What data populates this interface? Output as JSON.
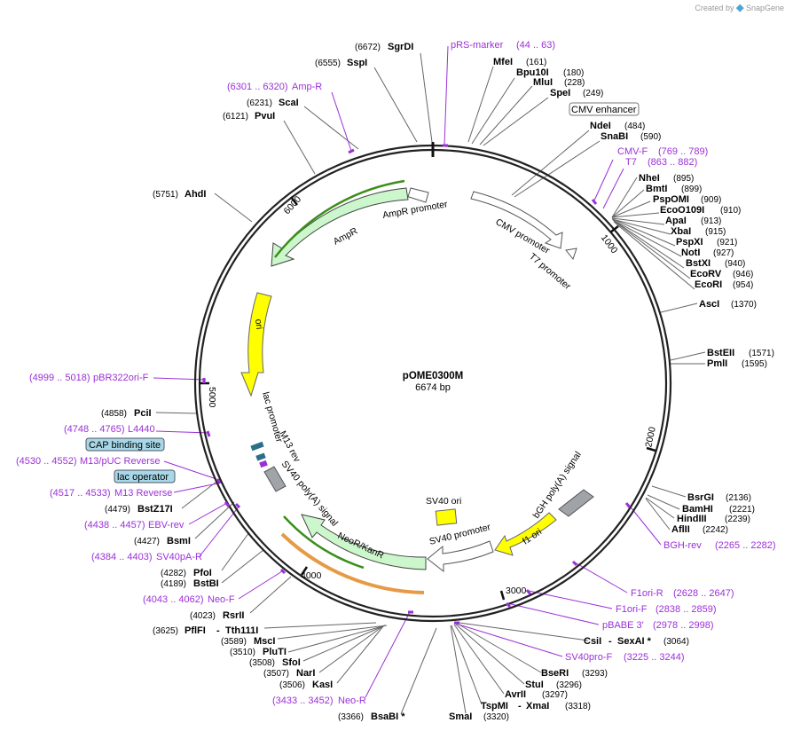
{
  "credit": {
    "created_by": "Created by",
    "brand": "SnapGene"
  },
  "plasmid": {
    "name": "pOME0300M",
    "size": "6674 bp"
  },
  "colors": {
    "primer": "#9b30d9",
    "feature_green": "#ccf7cc",
    "feature_yellow": "#ffff00",
    "feature_gray": "#a0a4a8",
    "feature_white": "#ffffff",
    "box_blue": "#a7d8e8",
    "highlight_green": "#3b8f1a",
    "highlight_orange": "#e69a45"
  },
  "ticks": [
    "1000",
    "2000",
    "3000",
    "4000",
    "5000",
    "6000"
  ],
  "enzymes": [
    {
      "name": "SgrDI",
      "pos": "(6672)"
    },
    {
      "name": "SspI",
      "pos": "(6555)"
    },
    {
      "name": "ScaI",
      "pos": "(6231)"
    },
    {
      "name": "PvuI",
      "pos": "(6121)"
    },
    {
      "name": "AhdI",
      "pos": "(5751)"
    },
    {
      "name": "MfeI",
      "pos": "(161)"
    },
    {
      "name": "Bpu10I",
      "pos": "(180)"
    },
    {
      "name": "MluI",
      "pos": "(228)"
    },
    {
      "name": "SpeI",
      "pos": "(249)"
    },
    {
      "name": "NdeI",
      "pos": "(484)"
    },
    {
      "name": "SnaBI",
      "pos": "(590)"
    },
    {
      "name": "NheI",
      "pos": "(895)"
    },
    {
      "name": "BmtI",
      "pos": "(899)"
    },
    {
      "name": "PspOMI",
      "pos": "(909)"
    },
    {
      "name": "EcoO109I",
      "pos": "(910)"
    },
    {
      "name": "ApaI",
      "pos": "(913)"
    },
    {
      "name": "XbaI",
      "pos": "(915)"
    },
    {
      "name": "PspXI",
      "pos": "(921)"
    },
    {
      "name": "NotI",
      "pos": "(927)"
    },
    {
      "name": "BstXI",
      "pos": "(940)"
    },
    {
      "name": "EcoRV",
      "pos": "(946)"
    },
    {
      "name": "EcoRI",
      "pos": "(954)"
    },
    {
      "name": "AscI",
      "pos": "(1370)"
    },
    {
      "name": "BstEII",
      "pos": "(1571)"
    },
    {
      "name": "PmlI",
      "pos": "(1595)"
    },
    {
      "name": "BsrGI",
      "pos": "(2136)"
    },
    {
      "name": "BamHI",
      "pos": "(2221)"
    },
    {
      "name": "HindIII",
      "pos": "(2239)"
    },
    {
      "name": "AflII",
      "pos": "(2242)"
    },
    {
      "name": "CsiI",
      "pos": "(3064)",
      "extra": "SexAI *"
    },
    {
      "name": "BseRI",
      "pos": "(3293)"
    },
    {
      "name": "StuI",
      "pos": "(3296)"
    },
    {
      "name": "AvrII",
      "pos": "(3297)"
    },
    {
      "name": "TspMI",
      "pos": "(3318)",
      "extra": "XmaI"
    },
    {
      "name": "SmaI",
      "pos": "(3320)"
    },
    {
      "name": "BsaBI *",
      "pos": "(3366)"
    },
    {
      "name": "KasI",
      "pos": "(3506)"
    },
    {
      "name": "NarI",
      "pos": "(3507)"
    },
    {
      "name": "SfoI",
      "pos": "(3508)"
    },
    {
      "name": "PluTI",
      "pos": "(3510)"
    },
    {
      "name": "MscI",
      "pos": "(3589)"
    },
    {
      "name": "PflFI",
      "pos": "(3625)",
      "extra": "Tth111I"
    },
    {
      "name": "RsrII",
      "pos": "(4023)"
    },
    {
      "name": "BstBI",
      "pos": "(4189)"
    },
    {
      "name": "PfoI",
      "pos": "(4282)"
    },
    {
      "name": "BsmI",
      "pos": "(4427)"
    },
    {
      "name": "BstZ17I",
      "pos": "(4479)"
    },
    {
      "name": "PciI",
      "pos": "(4858)"
    }
  ],
  "primers": [
    {
      "name": "pRS-marker",
      "range": "(44 .. 63)"
    },
    {
      "name": "Amp-R",
      "range": "(6301 .. 6320)"
    },
    {
      "name": "CMV-F",
      "range": "(769 .. 789)"
    },
    {
      "name": "T7",
      "range": "(863 .. 882)"
    },
    {
      "name": "pBR322ori-F",
      "range": "(4999 .. 5018)"
    },
    {
      "name": "L4440",
      "range": "(4748 .. 4765)"
    },
    {
      "name": "M13/pUC Reverse",
      "range": "(4530 .. 4552)"
    },
    {
      "name": "M13 Reverse",
      "range": "(4517 .. 4533)"
    },
    {
      "name": "EBV-rev",
      "range": "(4438 .. 4457)"
    },
    {
      "name": "SV40pA-R",
      "range": "(4384 .. 4403)"
    },
    {
      "name": "Neo-F",
      "range": "(4043 .. 4062)"
    },
    {
      "name": "Neo-R",
      "range": "(3433 .. 3452)"
    },
    {
      "name": "BGH-rev",
      "range": "(2265 .. 2282)"
    },
    {
      "name": "F1ori-R",
      "range": "(2628 .. 2647)"
    },
    {
      "name": "F1ori-F",
      "range": "(2838 .. 2859)"
    },
    {
      "name": "pBABE 3'",
      "range": "(2978 .. 2998)"
    },
    {
      "name": "SV40pro-F",
      "range": "(3225 .. 3244)"
    }
  ],
  "boxed_labels": {
    "cmv_enhancer": "CMV enhancer",
    "cap_binding": "CAP binding site",
    "lac_operator": "lac operator"
  },
  "features": {
    "cmv_promoter": "CMV promoter",
    "t7_promoter": "T7 promoter",
    "ampr_promoter": "AmpR promoter",
    "ampr": "AmpR",
    "ori": "ori",
    "lac_promoter": "lac promoter",
    "m13_rev": "M13 rev",
    "sv40_polya": "SV40 poly(A) signal",
    "neor": "NeoR/KanR",
    "sv40_promoter": "SV40 promoter",
    "sv40_ori": "SV40 ori",
    "f1_ori": "f1 ori",
    "bgh_polya": "bGH poly(A) signal"
  }
}
